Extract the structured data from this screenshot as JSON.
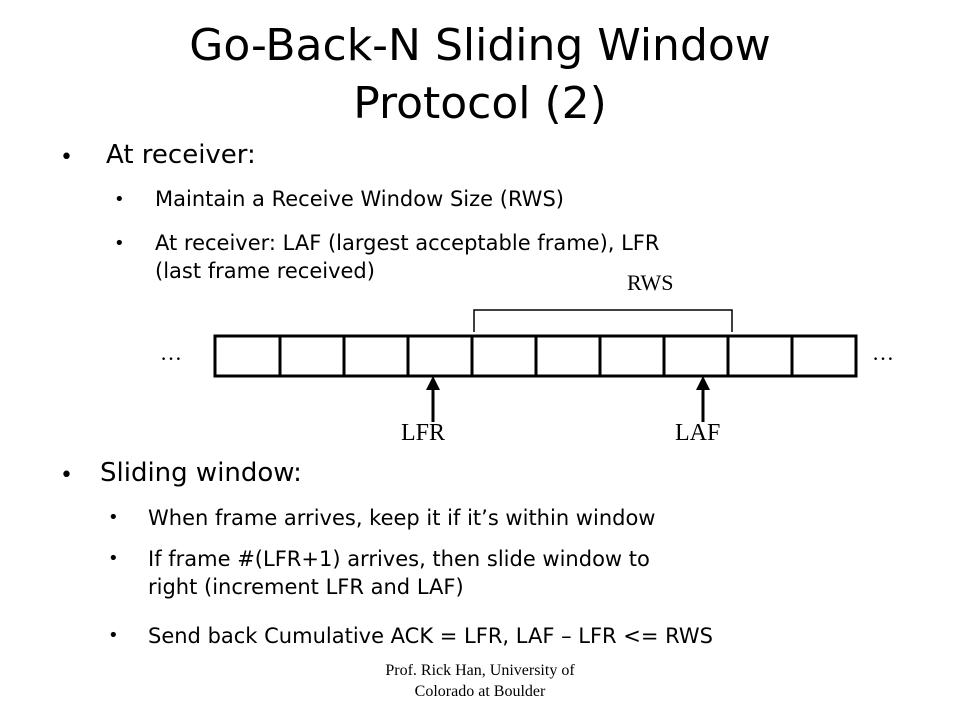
{
  "title": {
    "line1": "Go-Back-N Sliding Window",
    "line2": "Protocol (2)"
  },
  "section1": {
    "heading": "At receiver:",
    "items": [
      "Maintain a Receive Window Size (RWS)",
      "At receiver: LAF (largest acceptable frame), LFR",
      "(last frame received)"
    ]
  },
  "diagram": {
    "window_label": "RWS",
    "left_ellipsis": "…",
    "right_ellipsis": "…",
    "lfr_label": "LFR",
    "laf_label": "LAF"
  },
  "section2": {
    "heading": "Sliding window:",
    "items": [
      "When frame arrives, keep it if it’s within window",
      "If frame #(LFR+1) arrives, then slide window to",
      "right (increment LFR and LAF)",
      "Send back Cumulative ACK = LFR, LAF – LFR <= RWS"
    ]
  },
  "footer": {
    "line1": "Prof. Rick Han, University of",
    "line2": "Colorado at Boulder"
  }
}
